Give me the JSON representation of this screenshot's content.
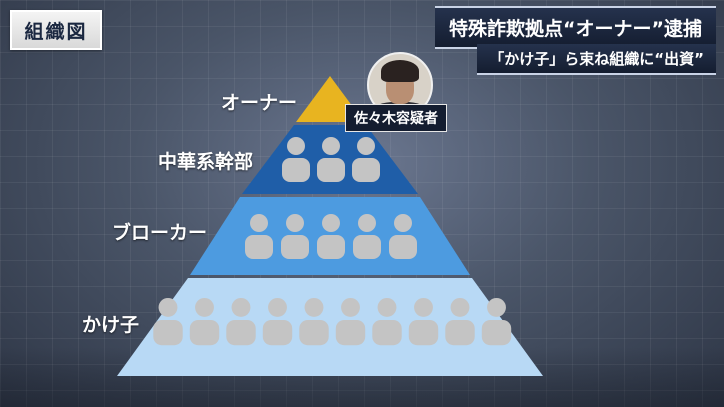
{
  "badge": "組織図",
  "headline": "特殊詐欺拠点“オーナー”逮捕",
  "subheadline": "「かけ子」ら束ね組織に“出資”",
  "suspect_caption": "佐々木容疑者",
  "tiers": [
    {
      "label": "オーナー",
      "people": 0,
      "color": "#e8b420"
    },
    {
      "label": "中華系幹部",
      "people": 3,
      "color": "#1f5ea8"
    },
    {
      "label": "ブローカー",
      "people": 5,
      "color": "#4d9be0"
    },
    {
      "label": "かけ子",
      "people": 10,
      "color": "#b8d9f5"
    }
  ],
  "colors": {
    "headline_bg": "#1a243a",
    "person": "#c4c4c4"
  }
}
